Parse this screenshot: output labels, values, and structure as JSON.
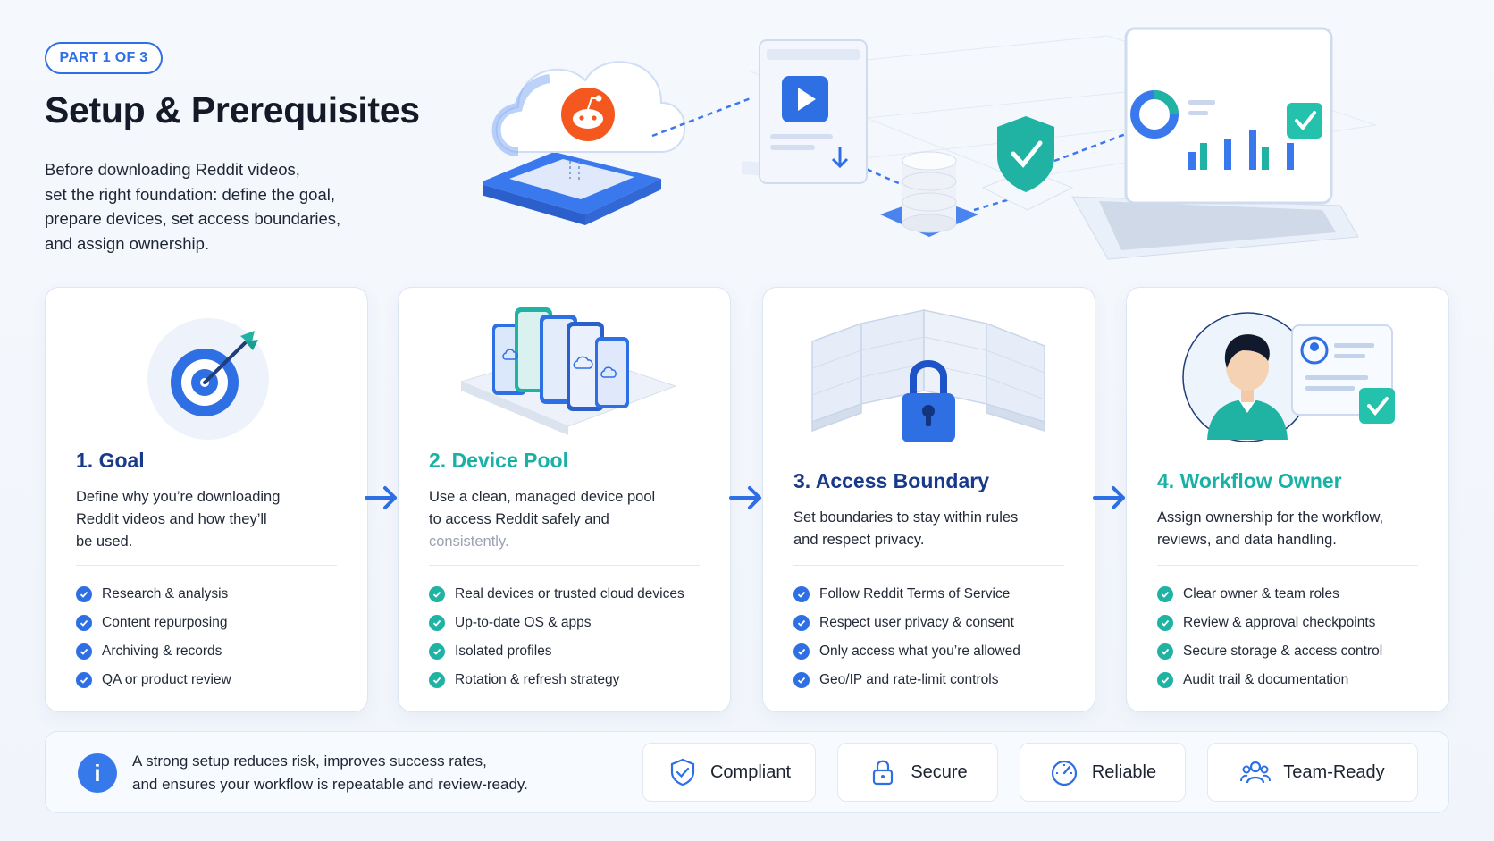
{
  "header": {
    "badge": "PART 1 OF 3",
    "title": "Setup & Prerequisites",
    "intro_lines": [
      "Before downloading Reddit videos,",
      "set the right foundation: define the goal,",
      "prepare devices, set access boundaries,",
      "and assign ownership."
    ]
  },
  "colors": {
    "blue": "#1e52c9",
    "teal": "#17b1a6",
    "navy": "#173a8a",
    "accent": "#2f6fe4"
  },
  "cards": [
    {
      "title": "1. Goal",
      "desc_lines": [
        "Define why you’re downloading",
        "Reddit videos and how they’ll",
        "be used."
      ],
      "items": [
        "Research & analysis",
        "Content repurposing",
        "Archiving & records",
        "QA or product review"
      ],
      "icon": "target-icon"
    },
    {
      "title": "2. Device Pool",
      "desc_lines": [
        "Use a clean, managed device pool",
        "to access Reddit safely and",
        "consistently."
      ],
      "items": [
        "Real devices or trusted cloud devices",
        "Up-to-date OS & apps",
        "Isolated profiles",
        "Rotation & refresh strategy"
      ],
      "icon": "phones-icon"
    },
    {
      "title": "3. Access Boundary",
      "desc_lines": [
        "Set boundaries to stay within rules",
        "and respect privacy."
      ],
      "items": [
        "Follow Reddit Terms of Service",
        "Respect user privacy & consent",
        "Only access what you’re allowed",
        "Geo/IP and rate-limit controls"
      ],
      "icon": "padlock-wall-icon"
    },
    {
      "title": "4. Workflow Owner",
      "desc_lines": [
        "Assign ownership for the workflow,",
        "reviews, and data handling."
      ],
      "items": [
        "Clear owner & team roles",
        "Review & approval checkpoints",
        "Secure storage & access control",
        "Audit trail & documentation"
      ],
      "icon": "owner-avatar-icon"
    }
  ],
  "footer": {
    "text_lines": [
      "A strong setup reduces risk, improves success rates,",
      "and ensures your workflow is repeatable and review-ready."
    ],
    "pills": [
      {
        "label": "Compliant",
        "icon": "shield-check-icon"
      },
      {
        "label": "Secure",
        "icon": "lock-icon"
      },
      {
        "label": "Reliable",
        "icon": "gauge-icon"
      },
      {
        "label": "Team-Ready",
        "icon": "team-icon"
      }
    ]
  }
}
